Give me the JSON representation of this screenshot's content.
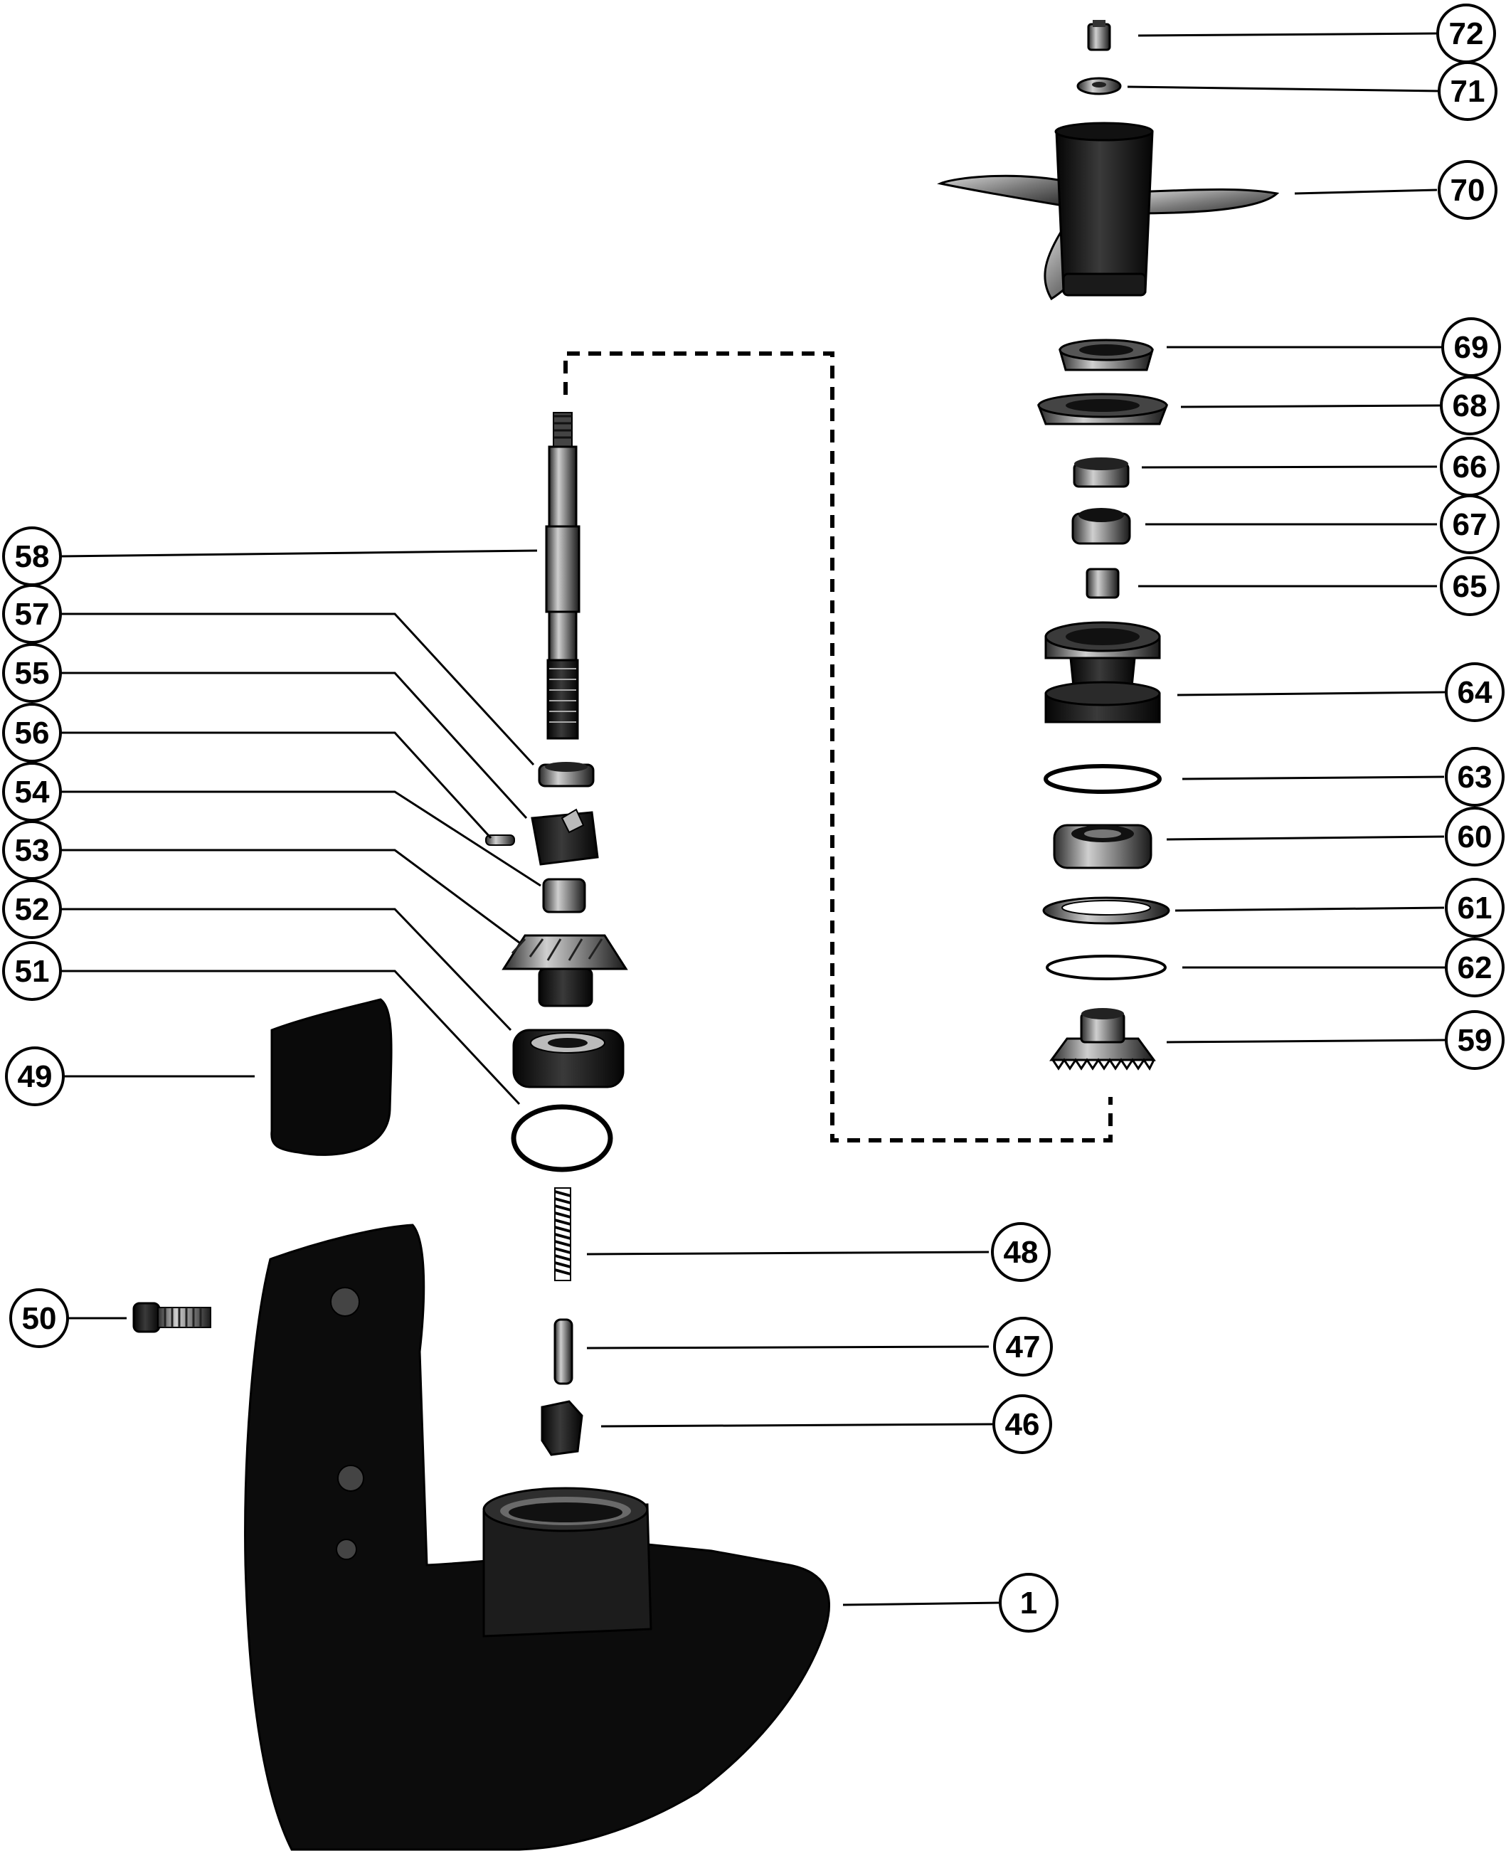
{
  "diagram": {
    "callouts": [
      {
        "label": "72"
      },
      {
        "label": "71"
      },
      {
        "label": "70"
      },
      {
        "label": "69"
      },
      {
        "label": "68"
      },
      {
        "label": "66"
      },
      {
        "label": "67"
      },
      {
        "label": "65"
      },
      {
        "label": "64"
      },
      {
        "label": "63"
      },
      {
        "label": "60"
      },
      {
        "label": "61"
      },
      {
        "label": "62"
      },
      {
        "label": "59"
      },
      {
        "label": "58"
      },
      {
        "label": "57"
      },
      {
        "label": "55"
      },
      {
        "label": "56"
      },
      {
        "label": "54"
      },
      {
        "label": "53"
      },
      {
        "label": "52"
      },
      {
        "label": "51"
      },
      {
        "label": "49"
      },
      {
        "label": "50"
      },
      {
        "label": "48"
      },
      {
        "label": "47"
      },
      {
        "label": "46"
      },
      {
        "label": "1"
      }
    ],
    "colors": {
      "ink": "#000000",
      "paper": "#ffffff",
      "metal": "#6e6e6e",
      "dark": "#111111"
    }
  }
}
